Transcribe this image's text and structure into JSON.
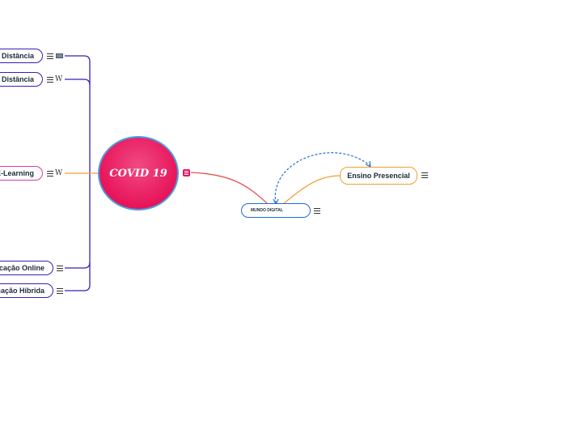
{
  "central": {
    "label": "COVID 19"
  },
  "left_nodes": [
    {
      "label": "Distância",
      "icon": "image-icon"
    },
    {
      "label": "y Distância",
      "icon": "wikipedia-icon"
    },
    {
      "label": "E-Learning",
      "icon": "wikipedia-icon"
    },
    {
      "label": "cação Online",
      "icon": ""
    },
    {
      "label": "ıcação Híbrida",
      "icon": ""
    }
  ],
  "right_nodes": {
    "mundo": {
      "label": "MUNDO DIGITAL"
    },
    "presencial": {
      "label": "Ensino Presencial"
    }
  },
  "icons": {
    "wiki_glyph": "W"
  },
  "colors": {
    "central_fill": "#e8145a",
    "central_border": "#4a9ee0",
    "purple": "#3a1fb3",
    "pink": "#d23fa8",
    "orange": "#f0a030",
    "blue": "#1d6fd1",
    "red_link": "#e85050",
    "relation": "#2a6fd6"
  }
}
